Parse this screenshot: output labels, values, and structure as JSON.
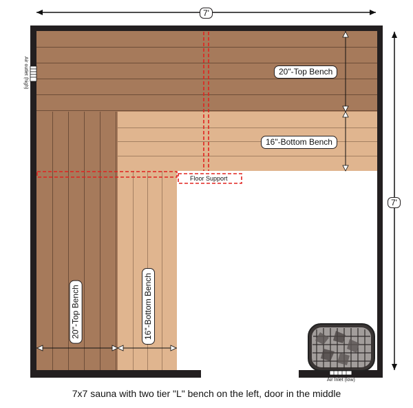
{
  "dimensions": {
    "width_label": "7'",
    "height_label": "7'"
  },
  "benches": {
    "top_horizontal": "20\"-Top Bench",
    "bottom_horizontal": "16\"-Bottom Bench",
    "top_vertical": "20\"-Top Bench",
    "bottom_vertical": "16\"-Bottom Bench"
  },
  "floor_support_label": "Floor Support",
  "air_outlet_label": "Air outlet (high)",
  "air_inlet_label": "Air Inlet (low)",
  "caption": "7x7 sauna with two tier \"L\" bench on the left, door in the middle",
  "colors": {
    "top_bench": "#a67a5b",
    "bottom_bench": "#e0b58f",
    "wall": "#231f20",
    "floor_support": "#e0221f"
  },
  "icons": [
    "sauna-heater-icon",
    "air-vent-icon"
  ]
}
